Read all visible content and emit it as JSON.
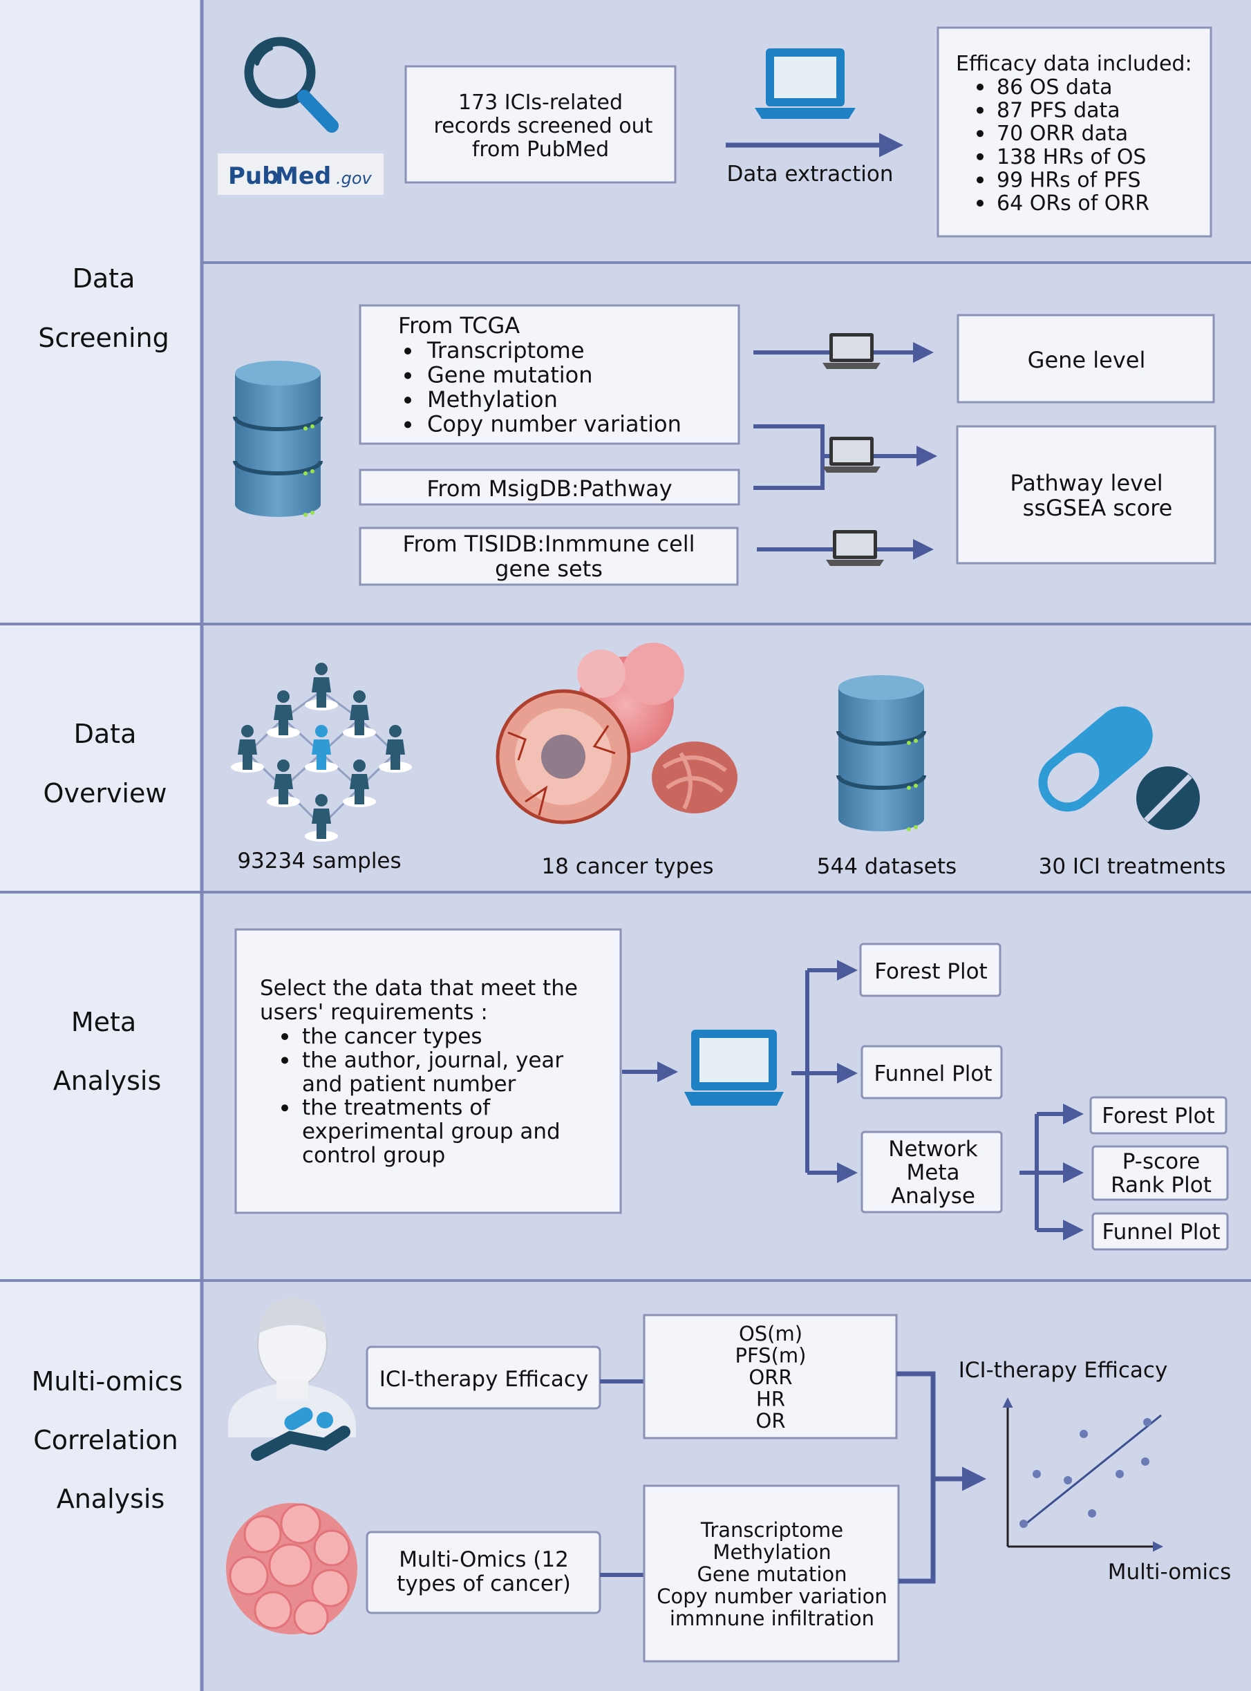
{
  "sections": {
    "screening": {
      "line1": "Data",
      "line2": "Screening"
    },
    "overview": {
      "line1": "Data",
      "line2": "Overview"
    },
    "meta": {
      "line1": "Meta",
      "line2": "Analysis"
    },
    "multiomics": {
      "line1": "Multi-omics",
      "line2": "Correlation",
      "line3": "Analysis"
    }
  },
  "pubmed": {
    "logo_text_pub": "Pub",
    "logo_text_med": "Med",
    "logo_text_gov": ".gov",
    "records_line1": "173 ICIs-related",
    "records_line2": "records screened out",
    "records_line3": "from PubMed",
    "extraction_label": "Data extraction",
    "efficacy_title": "Efficacy data included:",
    "efficacy_items": [
      "86 OS data",
      "87 PFS data",
      "70 ORR data",
      "138 HRs of OS",
      "99 HRs of PFS",
      "64 ORs of ORR"
    ]
  },
  "tcga": {
    "title": "From TCGA",
    "items": [
      "Transcriptome",
      "Gene mutation",
      "Methylation",
      "Copy number variation"
    ],
    "msigdb": "From MsigDB:Pathway",
    "tisidb_line1": "From TISIDB:Inmmune cell",
    "tisidb_line2": "gene sets",
    "gene_level": "Gene level",
    "pathway_line1": "Pathway level",
    "pathway_line2": "ssGSEA score"
  },
  "overview": {
    "samples": "93234 samples",
    "cancer_types": "18 cancer types",
    "datasets": "544 datasets",
    "treatments": "30 ICI treatments"
  },
  "meta": {
    "select_line1": "Select the data that meet the",
    "select_line2": "users' requirements :",
    "bullets": [
      [
        "the cancer types"
      ],
      [
        "the author,  journal, year",
        "and patient number"
      ],
      [
        "the treatments of",
        "experimental group and",
        "control group"
      ]
    ],
    "forest": "Forest Plot",
    "funnel": "Funnel Plot",
    "nma_line1": "Network",
    "nma_line2": "Meta",
    "nma_line3": "Analyse",
    "nma_forest": "Forest Plot",
    "pscore_line1": "P-score",
    "pscore_line2": "Rank Plot",
    "nma_funnel": "Funnel Plot"
  },
  "multiomics": {
    "efficacy_label": "ICI-therapy Efficacy",
    "efficacy_items": [
      "OS(m)",
      "PFS(m)",
      "ORR",
      "HR",
      "OR"
    ],
    "omics_line1": "Multi-Omics (12",
    "omics_line2": "types of cancer)",
    "omics_items": [
      "Transcriptome",
      "Methylation",
      "Gene mutation",
      "Copy number variation",
      "immnune infiltration"
    ],
    "plot_ylabel": "ICI-therapy Efficacy",
    "plot_xlabel": "Multi-omics"
  },
  "colors": {
    "panel": "#d0d6ea",
    "label_column": "#e8ecf6",
    "arrow": "#4b5a9a",
    "box_border": "#8a93b6",
    "icon_blue": "#1f80c4",
    "icon_dark": "#1d4b66"
  }
}
